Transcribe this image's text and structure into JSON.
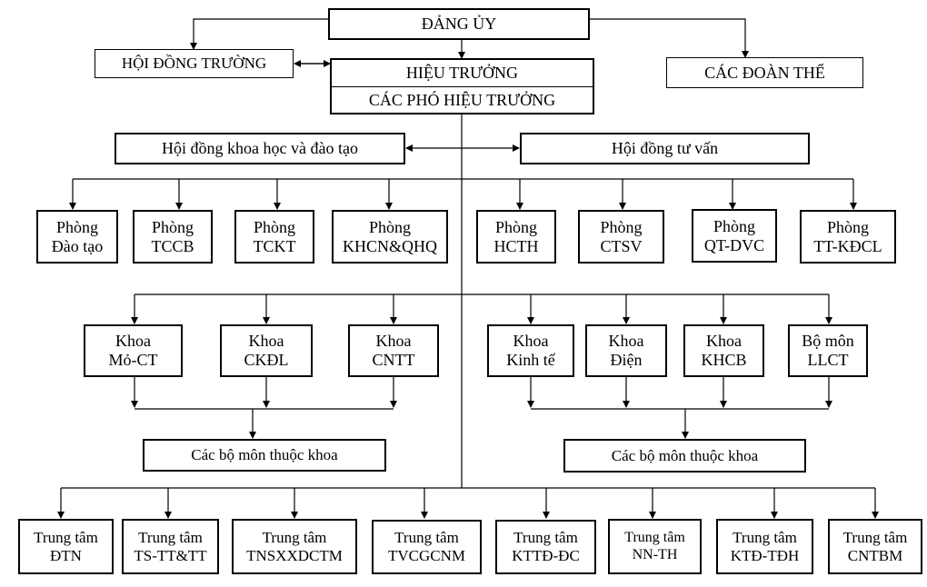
{
  "top": {
    "dang_uy": "ĐẢNG ỦY",
    "hoi_dong_truong": "HỘI ĐỒNG TRƯỜNG",
    "hieu_truong": "HIỆU TRƯỞNG",
    "pho_hieu_truong": "CÁC PHÓ HIỆU TRƯỞNG",
    "doan_the": "CÁC ĐOÀN THỂ"
  },
  "councils": {
    "khoa_hoc_dao_tao": "Hội đồng khoa học và đào tạo",
    "tu_van": "Hội đồng tư vấn"
  },
  "phong": [
    {
      "l1": "Phòng",
      "l2": "Đào tạo"
    },
    {
      "l1": "Phòng",
      "l2": "TCCB"
    },
    {
      "l1": "Phòng",
      "l2": "TCKT"
    },
    {
      "l1": "Phòng",
      "l2": "KHCN&QHQ"
    },
    {
      "l1": "Phòng",
      "l2": "HCTH"
    },
    {
      "l1": "Phòng",
      "l2": "CTSV"
    },
    {
      "l1": "Phòng",
      "l2": "QT-DVC"
    },
    {
      "l1": "Phòng",
      "l2": "TT-KĐCL"
    }
  ],
  "khoa": [
    {
      "l1": "Khoa",
      "l2": "Mỏ-CT"
    },
    {
      "l1": "Khoa",
      "l2": "CKĐL"
    },
    {
      "l1": "Khoa",
      "l2": "CNTT"
    },
    {
      "l1": "Khoa",
      "l2": "Kinh tế"
    },
    {
      "l1": "Khoa",
      "l2": "Điện"
    },
    {
      "l1": "Khoa",
      "l2": "KHCB"
    },
    {
      "l1": "Bộ môn",
      "l2": "LLCT"
    }
  ],
  "bo_mon_khoa": {
    "left": "Các bộ môn thuộc khoa",
    "right": "Các bộ môn thuộc khoa"
  },
  "trung_tam": [
    {
      "l1": "Trung tâm",
      "l2": "ĐTN"
    },
    {
      "l1": "Trung tâm",
      "l2": "TS-TT&TT"
    },
    {
      "l1": "Trung tâm",
      "l2": "TNSXXDCTM"
    },
    {
      "l1": "Trung tâm",
      "l2": "TVCGCNM"
    },
    {
      "l1": "Trung tâm",
      "l2": "KTTĐ-ĐC"
    },
    {
      "l1": "Trung tâm",
      "l2": "NN-TH"
    },
    {
      "l1": "Trung tâm",
      "l2": "KTĐ-TĐH"
    },
    {
      "l1": "Trung tâm",
      "l2": "CNTBM"
    }
  ]
}
